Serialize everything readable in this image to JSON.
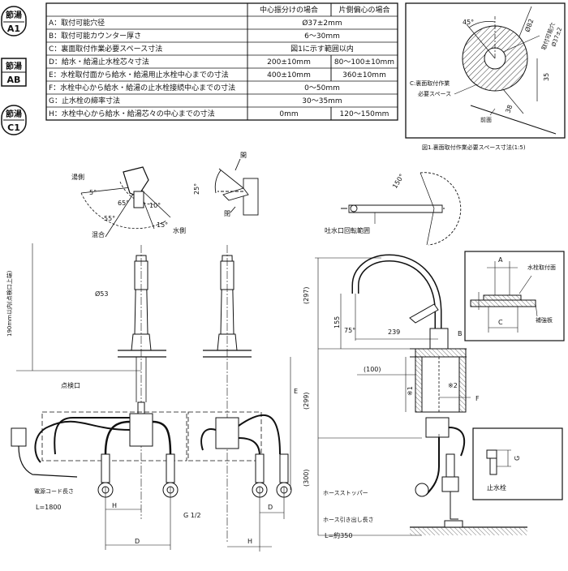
{
  "badges": {
    "b1": {
      "top": "節湯",
      "bottom": "A1"
    },
    "b2": {
      "top": "節湯",
      "bottom": "AB"
    },
    "b3": {
      "top": "節湯",
      "bottom": "C1"
    }
  },
  "spec_table": {
    "headers": [
      "中心振分けの場合",
      "片側偏心の場合"
    ],
    "rows": [
      {
        "label": "A：取付可能穴径",
        "center": "Ø37±2mm",
        "side": ""
      },
      {
        "label": "B：取付可能カウンター厚さ",
        "center": "6〜30mm",
        "side": ""
      },
      {
        "label": "C：裏面取付作業必要スペース寸法",
        "center": "図1に示す範囲以内",
        "side": ""
      },
      {
        "label": "D：給水・給湯止水栓芯々寸法",
        "center": "200±10mm",
        "side": "80〜100±10mm"
      },
      {
        "label": "E：水栓取付面から給水・給湯用止水栓中心までの寸法",
        "center": "400±10mm",
        "side": "360±10mm"
      },
      {
        "label": "F：水栓中心から給水・給湯の止水栓接続中心までの寸法",
        "center": "0〜50mm",
        "side": ""
      },
      {
        "label": "G：止水栓の締率寸法",
        "center": "30〜35mm",
        "side": ""
      },
      {
        "label": "H：水栓中心から給水・給湯芯々の中心までの寸法",
        "center": "0mm",
        "side": "120〜150mm"
      }
    ]
  },
  "fig1": {
    "angle": "45°",
    "d82": "Ø82",
    "hole": "Ø37±2",
    "hole_label": "取付可能穴",
    "note_l1": "C:裏面取付作業",
    "note_l2": "必要スペース",
    "d35": "35",
    "d38": "38",
    "front": "前面",
    "caption": "図1.裏面取付作業必要スペース寸法(1:5)"
  },
  "lever": {
    "hot": "湯側",
    "mix": "混合",
    "cold": "水側",
    "a5": "5°",
    "a65": "65°",
    "a55": "55°",
    "a10": "10°",
    "a15": "15°"
  },
  "open_close": {
    "open": "開",
    "close": "閉",
    "angle": "25°"
  },
  "spout": {
    "angle": "150°",
    "label": "吐水口回転範囲"
  },
  "front_view": {
    "height_note": "190mm以内(点検口上端)",
    "d53": "Ø53",
    "inspection": "点検口",
    "power": "電源コード長さ",
    "power_len": "L=1800",
    "h": "H",
    "d": "D",
    "g": "G 1/2"
  },
  "side_view": {
    "e": "E",
    "d": "D",
    "h": "H"
  },
  "section": {
    "d297": "(297)",
    "d155": "155",
    "a75": "75°",
    "d239": "239",
    "b": "B",
    "d100": "(100)",
    "d299": "(299)",
    "n1": "※1",
    "n2": "※2",
    "f": "F",
    "d300": "(300)",
    "hose_stopper": "ホースストッパー",
    "hose_len": "ホース引き出し長さ",
    "hose_len_v": "L=約350"
  },
  "detail": {
    "a": "A",
    "c": "C",
    "surface": "水栓取付面",
    "plate": "補強板"
  },
  "stopcock": {
    "g": "G",
    "label": "止水栓"
  }
}
